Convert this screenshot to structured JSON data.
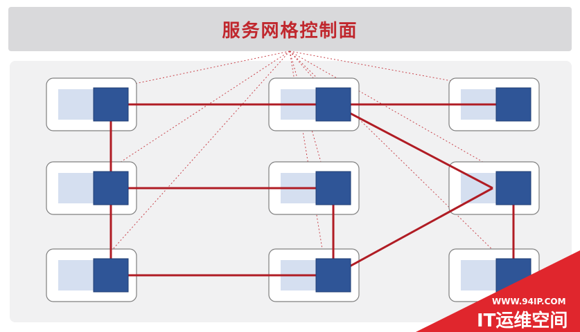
{
  "diagram": {
    "control_plane_title": "服务网格控制面",
    "nodes": [
      {
        "id": "r1c1"
      },
      {
        "id": "r1c2"
      },
      {
        "id": "r1c3"
      },
      {
        "id": "r2c1"
      },
      {
        "id": "r2c2"
      },
      {
        "id": "r2c3"
      },
      {
        "id": "r3c1"
      },
      {
        "id": "r3c2"
      },
      {
        "id": "r3c3"
      }
    ],
    "data_links": [
      [
        "r1c1",
        "r1c2"
      ],
      [
        "r1c2",
        "r1c3"
      ],
      [
        "r1c1",
        "r2c1"
      ],
      [
        "r2c1",
        "r3c1"
      ],
      [
        "r2c1",
        "r2c2"
      ],
      [
        "r2c2",
        "r3c2"
      ],
      [
        "r3c1",
        "r3c2"
      ],
      [
        "r1c2",
        "r2c3"
      ],
      [
        "r3c2",
        "r2c3"
      ],
      [
        "r2c3",
        "r3c3"
      ]
    ],
    "control_links": [
      "r1c1",
      "r2c1",
      "r3c1",
      "r1c2",
      "r2c2",
      "r3c2",
      "r1c3",
      "r2c3",
      "r3c3"
    ]
  },
  "watermark": {
    "url": "WWW.94IP.COM",
    "brand": "IT运维空间",
    "color": "#e0262d"
  }
}
